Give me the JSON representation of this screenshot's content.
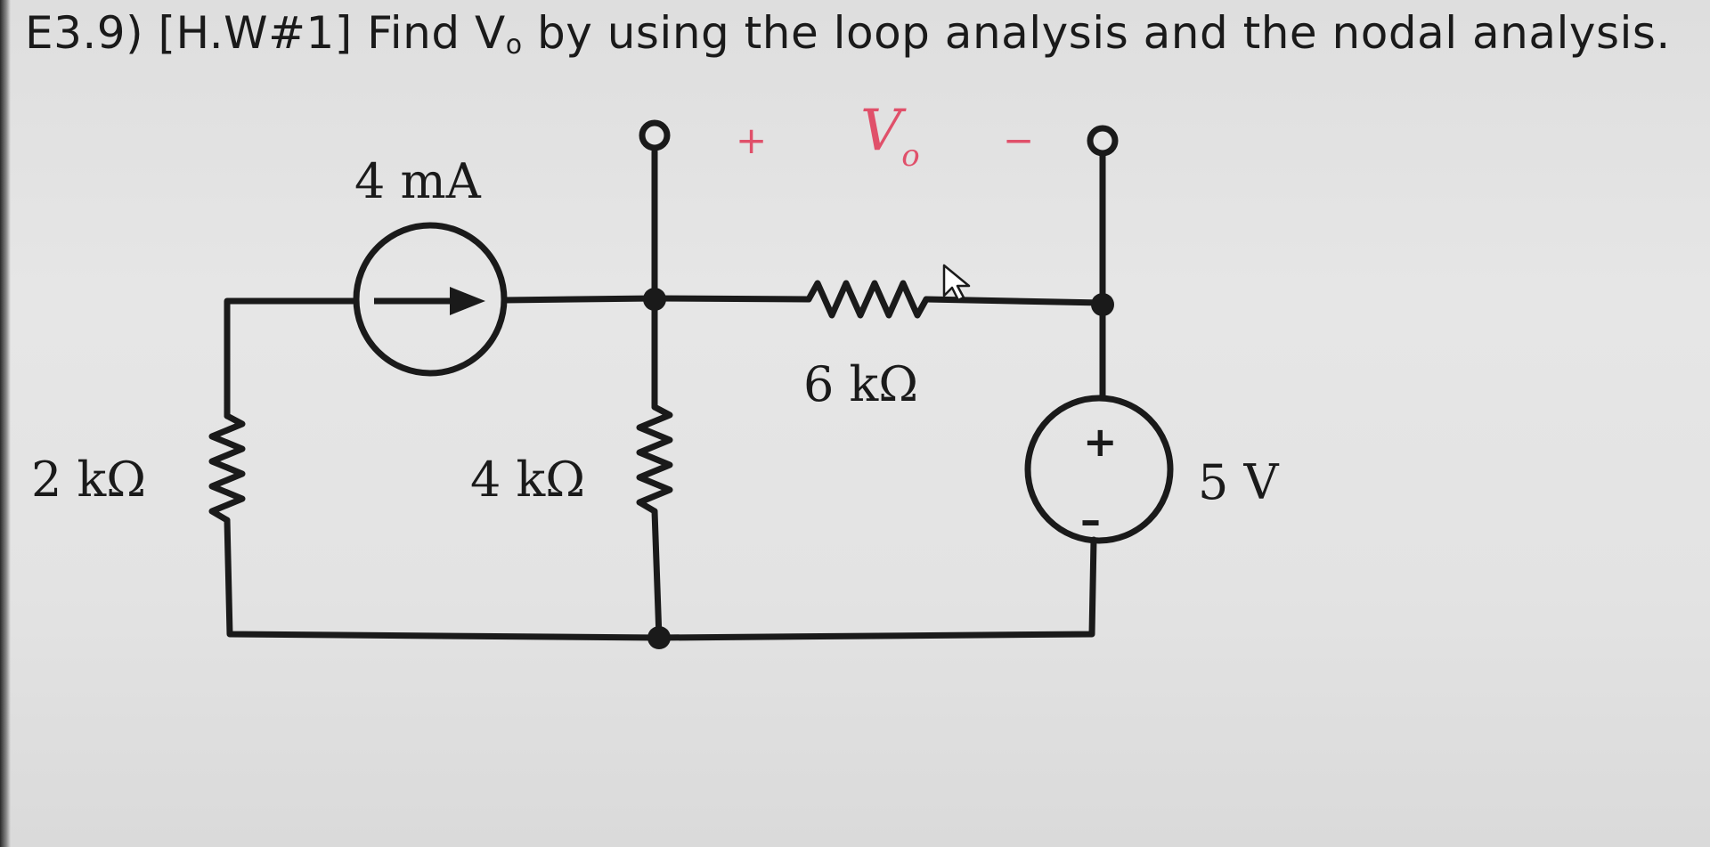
{
  "problem": {
    "number": "E3.9) [H.W#1] Find V",
    "subscript": "o",
    "rest": " by using the loop analysis and the nodal analysis."
  },
  "circuit": {
    "current_source": "4 mA",
    "resistor_left": "2 kΩ",
    "resistor_mid": "4 kΩ",
    "resistor_top": "6 kΩ",
    "voltage_source": "5 V",
    "vs_plus": "+",
    "vs_minus": "–",
    "vo_plus": "+",
    "vo_minus": "−",
    "vo_label": "V",
    "vo_sub": "o"
  }
}
